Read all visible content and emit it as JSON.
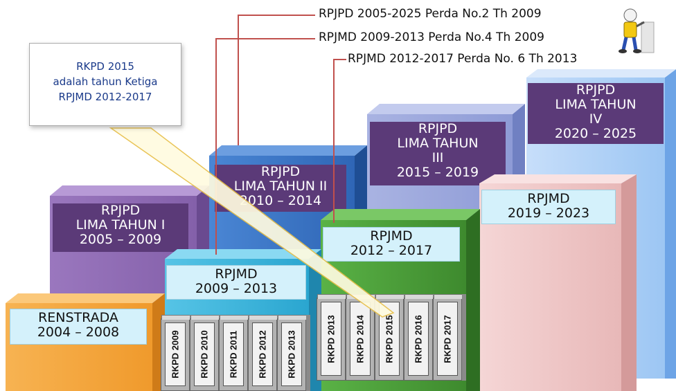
{
  "references": [
    "RPJPD 2005-2025 Perda No.2 Th 2009",
    "RPJMD 2009-2013 Perda No.4 Th 2009",
    "RPJMD 2012-2017 Perda No. 6 Th 2013"
  ],
  "callout": "RKPD 2015\nadalah tahun Ketiga\nRPJMD 2012-2017",
  "rpjpd": [
    "RPJPD\nLIMA TAHUN  I\n2005 – 2009",
    "RPJPD\nLIMA TAHUN  II\n2010 – 2014",
    "RPJPD\nLIMA TAHUN\nIII\n2015 – 2019",
    "RPJPD\nLIMA TAHUN\nIV\n2020 – 2025"
  ],
  "renstrada": "RENSTRADA\n2004 – 2008",
  "rpjmd": [
    "RPJMD\n2009 – 2013",
    "RPJMD\n2012 – 2017",
    "RPJMD\n2019 – 2023"
  ],
  "rkpd_group1": [
    "RKPD 2009",
    "RKPD 2010",
    "RKPD 2011",
    "RKPD 2012",
    "RKPD 2013"
  ],
  "rkpd_group2": [
    "RKPD 2013",
    "RKPD 2014",
    "RKPD 2015",
    "RKPD 2016",
    "RKPD 2017"
  ],
  "colors": {
    "purple": "#8f6bb3",
    "blue": "#3c78c8",
    "lavender": "#9aa6dc",
    "lightblue": "#a9cff5",
    "orange": "#f4a33c",
    "cyan": "#44b9dd",
    "green": "#4c9a3a",
    "pink": "#f0c9c9",
    "label_dark": "#5b3a78"
  },
  "icons": [
    "cartoon-figure-icon"
  ]
}
